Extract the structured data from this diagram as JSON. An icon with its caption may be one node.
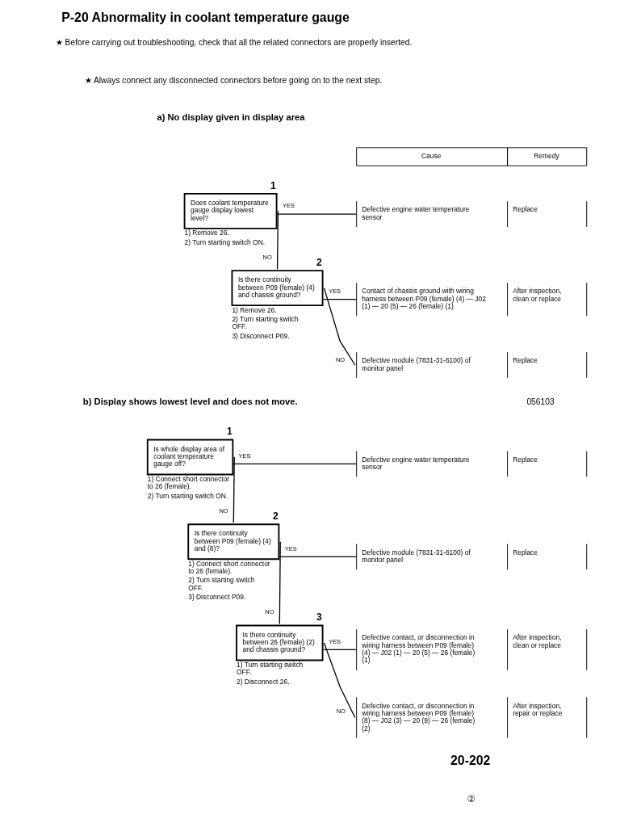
{
  "diagram": {
    "title": "P-20 Abnormality in coolant temperature gauge",
    "nodes": [
      {
        "text": [
          "Does coolant temperature gauge display lowest level?"
        ],
        "beside": [
          "1",
          "1) Remove 26.",
          "2) Turn starting switch ON."
        ]
      },
      {
        "text": [
          "Is there continuity between P09 (female) (4) and chassis ground?"
        ],
        "beside": [
          "2",
          "1) Remove 26.",
          "2) Turn starting switch OFF.",
          "3) Disconnect P09."
        ]
      },
      {
        "text": [
          "Defective engine water temperature sensor",
          "Replace"
        ]
      },
      {
        "text": [
          "Contact of chassis ground with wiring harness between P09 (female) (4) — J02 (1) — 20 (5) — 26 (female) (1)",
          "After inspection, clean or replace"
        ]
      },
      {
        "text": [
          "Defective module (7831-31-6100) of monitor panel",
          "Replace"
        ]
      },
      {
        "text": [
          "Is whole display area of coolant temperature gauge off?"
        ],
        "beside": [
          "1",
          "1) Connect short connector to 26 (female).",
          "2) Turn starting switch ON."
        ]
      },
      {
        "text": [
          "Is there continuity between P09 (female) (4) and (8)?"
        ],
        "beside": [
          "2",
          "1) Connect short connector to 26 (female).",
          "2) Turn starting switch OFF.",
          "3) Disconnect P09."
        ]
      },
      {
        "text": [
          "Is there continuity between 26 (female) (2) and chassis ground?"
        ],
        "beside": [
          "3",
          "1) Turn starting switch OFF.",
          "2) Disconnect 26."
        ]
      },
      {
        "text": [
          "Defective engine water temperature sensor",
          "Replace"
        ]
      },
      {
        "text": [
          "Defective module (7831-31-6100) of monitor panel",
          "Replace"
        ]
      },
      {
        "text": [
          "Defective contact, or disconnection in wiring harness between P09 (female) (4) — J02 (1) — 20 (5) — 26 (female) (1)",
          "After inspection, clean or replace"
        ]
      },
      {
        "text": [
          "Defective contact, or disconnection in wiring harness between P09 (female) (8) — J02 (3) — 20 (9) — 26 (female) (2)",
          "After inspection, repair or replace"
        ]
      }
    ],
    "edges": [
      {
        "from": 0,
        "to": 2,
        "arrow": "none",
        "label": "YES"
      },
      {
        "from": 0,
        "to": 1,
        "arrow": "none",
        "label": "NO"
      },
      {
        "from": 1,
        "to": 3,
        "arrow": "none",
        "label": "YES"
      },
      {
        "from": 1,
        "to": 4,
        "arrow": "none",
        "label": "NO"
      },
      {
        "from": 5,
        "to": 8,
        "arrow": "none",
        "label": "YES"
      },
      {
        "from": 5,
        "to": 6,
        "arrow": "none",
        "label": "NO"
      },
      {
        "from": 6,
        "to": 9,
        "arrow": "none",
        "label": "YES"
      },
      {
        "from": 6,
        "to": 7,
        "arrow": "none",
        "label": "NO"
      },
      {
        "from": 7,
        "to": 10,
        "arrow": "none",
        "label": "YES"
      },
      {
        "from": 7,
        "to": 11,
        "arrow": "none",
        "label": "NO"
      }
    ],
    "labels": [
      "★ Before carrying out troubleshooting, check that all the related connectors are properly inserted.",
      "★ Always connect any disconnected connectors before going on to the next step.",
      "a) No display given in display area",
      "Cause",
      "Remedy",
      "056103",
      "b) Display shows lowest level and does not move.",
      "20-202",
      "②"
    ]
  }
}
